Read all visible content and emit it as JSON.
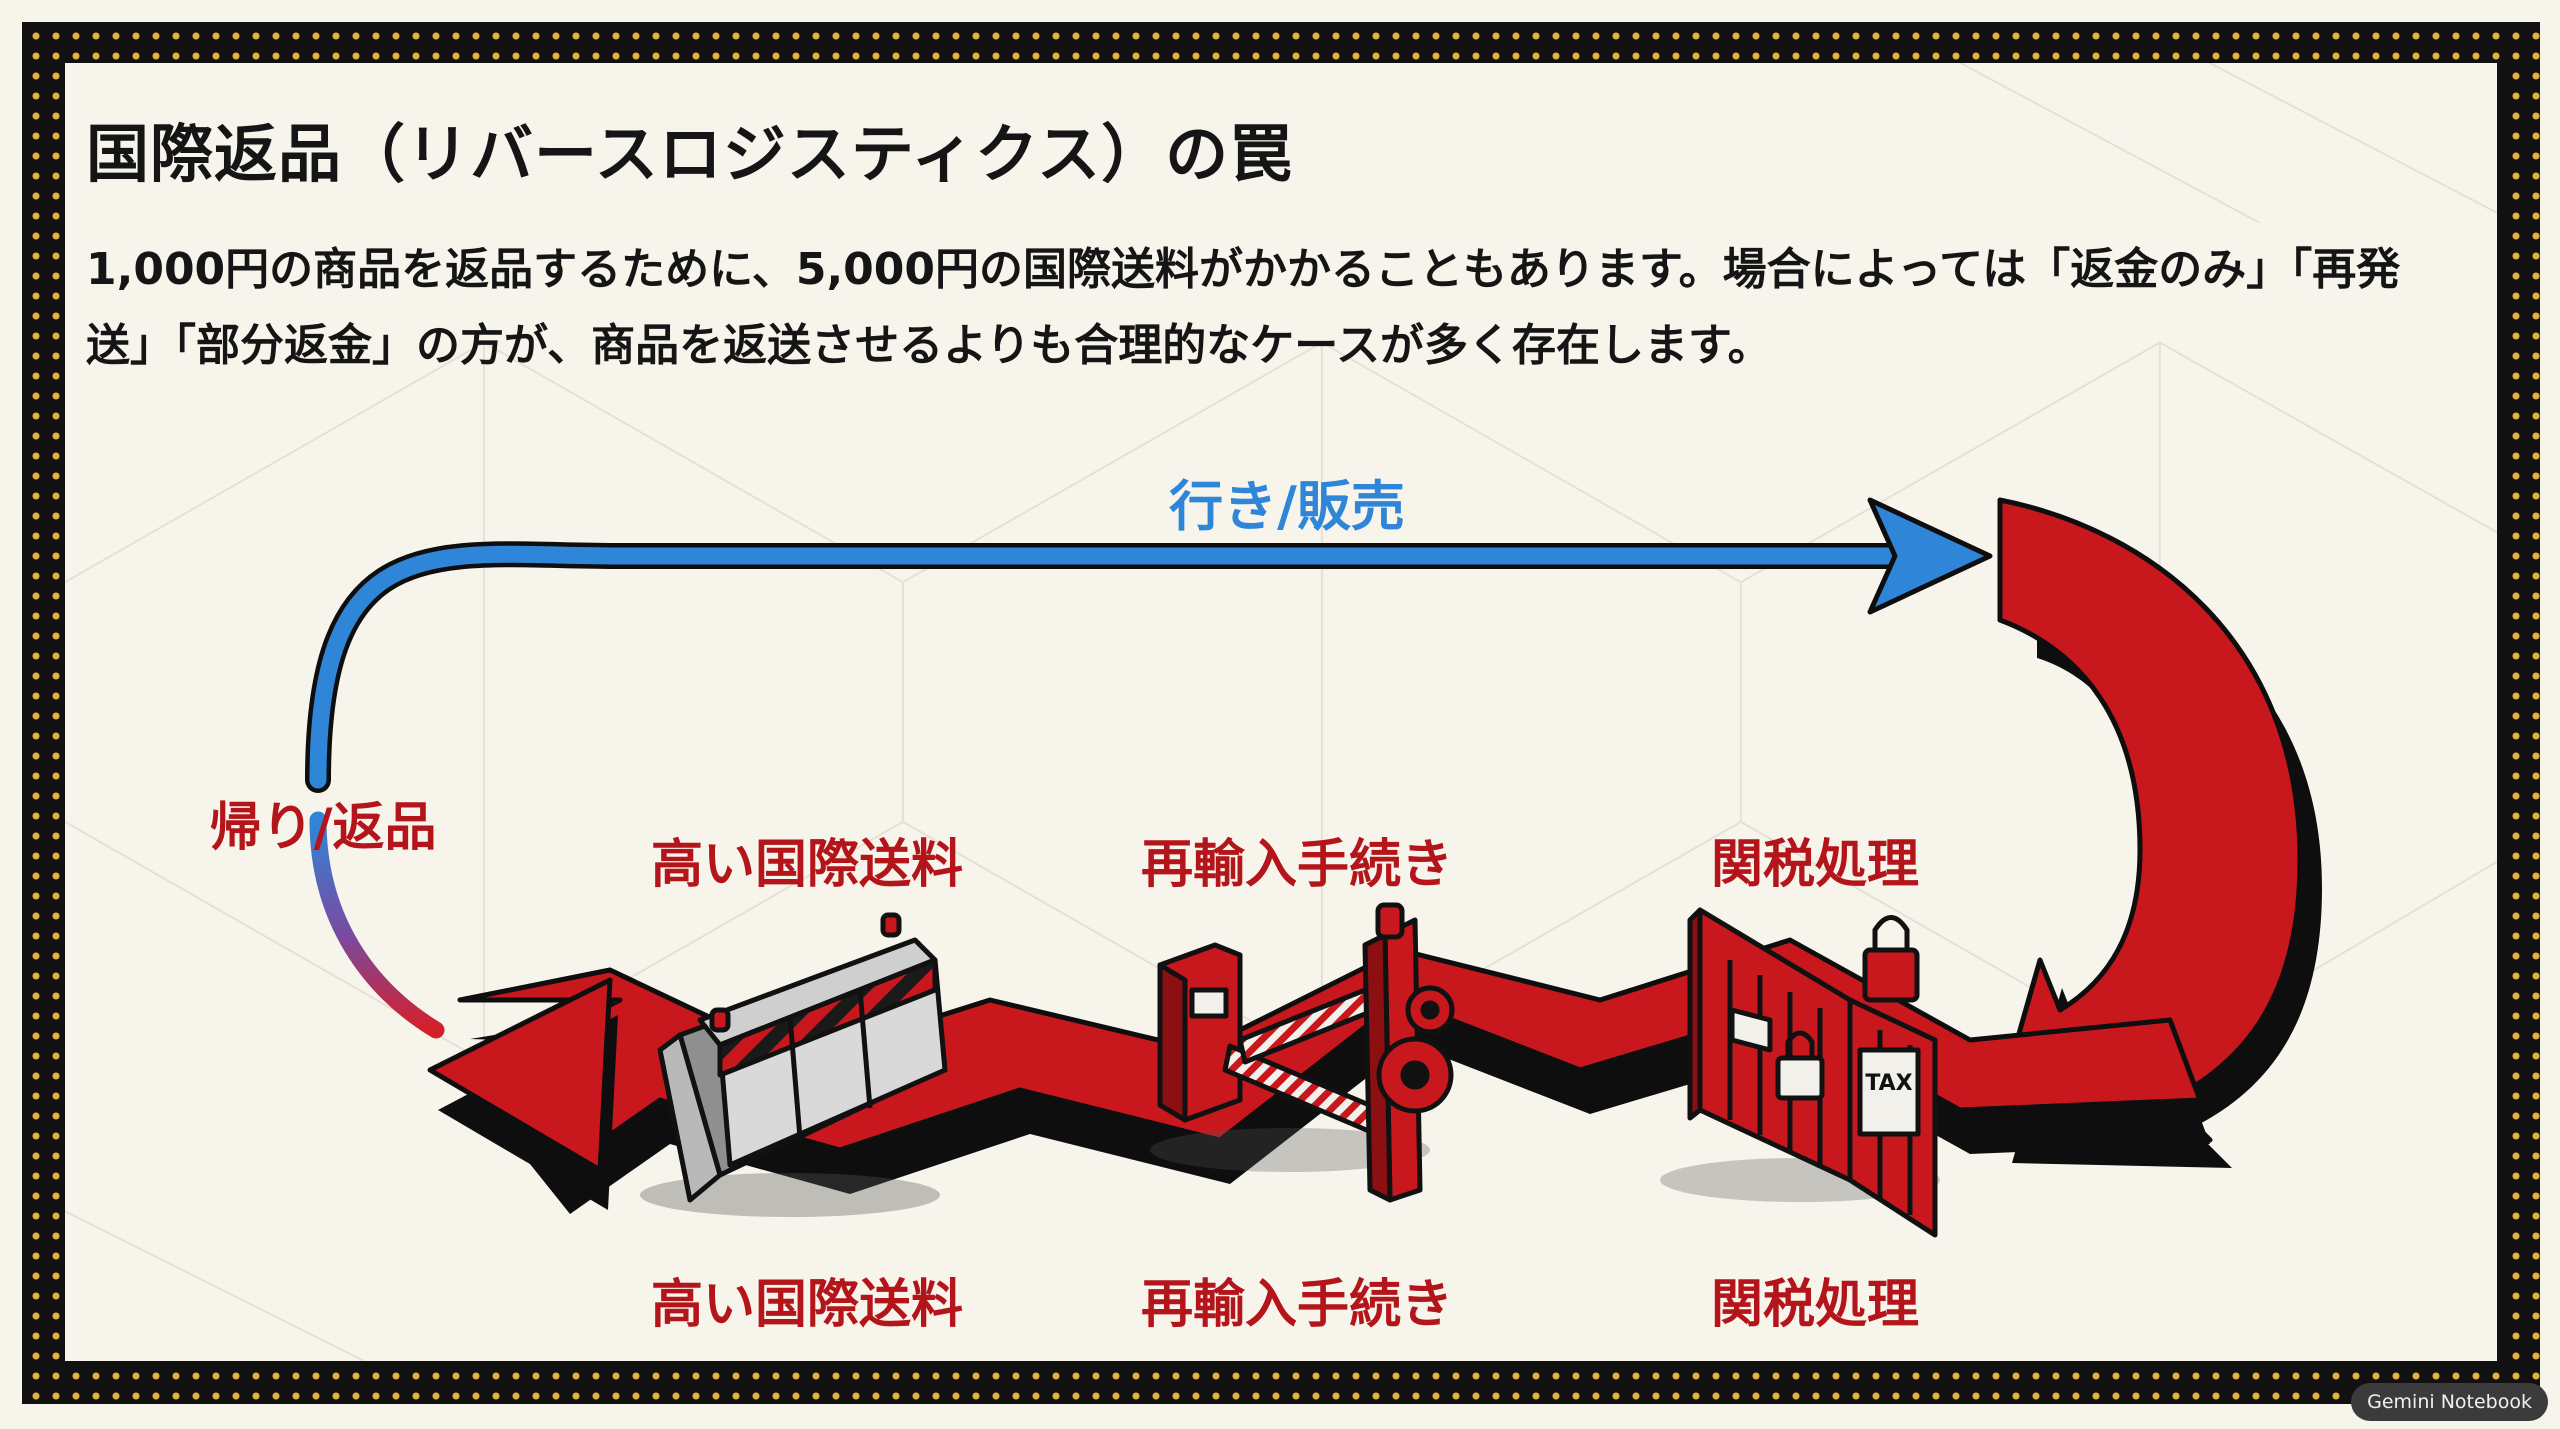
{
  "slide": {
    "title": "国際返品（リバースロジスティクス）の罠",
    "body": "1,000円の商品を返品するために、5,000円の国際送料がかかることもあります。場合によっては「返金のみ」「再発送」「部分返金」の方が、商品を返送させるよりも合理的なケースが多く存在します。"
  },
  "diagram": {
    "outbound_label": "行き/販売",
    "return_label": "帰り/返品",
    "obstacles": [
      {
        "name": "高い国際送料",
        "caption": "高い国際送料"
      },
      {
        "name": "再輸入手続き",
        "caption": "再輸入手続き"
      },
      {
        "name": "関税処理",
        "caption": "関税処理"
      }
    ],
    "tax_text": "TAX"
  },
  "watermark": "Gemini Notebook",
  "colors": {
    "red": "#c8181e",
    "dark_red": "#8c0f12",
    "blue": "#2f86d8",
    "gold_dots": "#e2b23a",
    "frame": "#111111",
    "background": "#f7f4ec"
  }
}
